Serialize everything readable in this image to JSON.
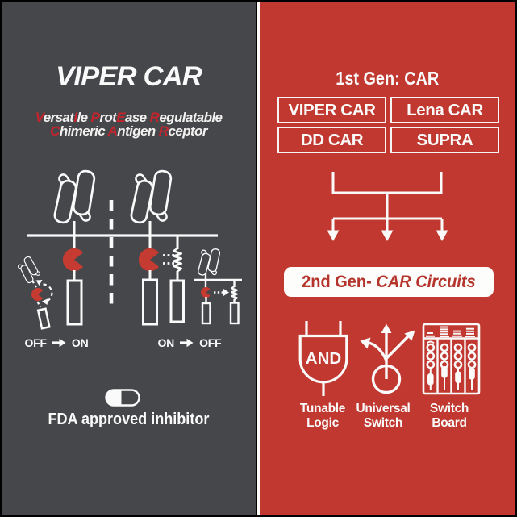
{
  "figure": {
    "colors": {
      "background_frame": "#000000",
      "left_panel_bg": "#46474B",
      "right_panel_bg": "#C0382F",
      "panel_divider": "#FBFAF8",
      "text_white": "#FAFAFA",
      "highlight_red": "#C5242C",
      "protease_red": "#C53A31",
      "gen2_text_red": "#B5342C"
    },
    "left": {
      "title": "VIPER CAR",
      "subtitle_line1": [
        {
          "t": "V",
          "hl": true
        },
        {
          "t": "ersat"
        },
        {
          "t": "I",
          "hl": true
        },
        {
          "t": "le "
        },
        {
          "t": "P",
          "hl": true
        },
        {
          "t": "rot"
        },
        {
          "t": "E",
          "hl": true
        },
        {
          "t": "ase "
        },
        {
          "t": "R",
          "hl": true
        },
        {
          "t": "egulatable"
        }
      ],
      "subtitle_line2": [
        {
          "t": "C",
          "hl": true
        },
        {
          "t": "himeric "
        },
        {
          "t": "A",
          "hl": true
        },
        {
          "t": "ntigen "
        },
        {
          "t": "R",
          "hl": true
        },
        {
          "t": "ceptor"
        }
      ],
      "off_on": {
        "from": "OFF",
        "to": "ON"
      },
      "on_off": {
        "from": "ON",
        "to": "OFF"
      },
      "fda_label": "FDA approved inhibitor",
      "icons": [
        "scfv-antibody-icon",
        "protease-pacman-icon",
        "spring-epitope-icon",
        "pill-capsule-icon"
      ]
    },
    "right": {
      "gen1_title": "1st Gen: CAR",
      "boxes": [
        "VIPER CAR",
        "Lena CAR",
        "DD CAR",
        "SUPRA"
      ],
      "gen2_label": {
        "prefix": "2nd Gen- ",
        "italic": "CAR Circuits"
      },
      "features": [
        {
          "icon": "and-gate-icon",
          "gate_text": "AND",
          "label_line1": "Tunable",
          "label_line2": "Logic"
        },
        {
          "icon": "universal-switch-icon",
          "label_line1": "Universal",
          "label_line2": "Switch"
        },
        {
          "icon": "switch-board-icon",
          "label_line1": "Switch",
          "label_line2": "Board"
        }
      ]
    }
  }
}
